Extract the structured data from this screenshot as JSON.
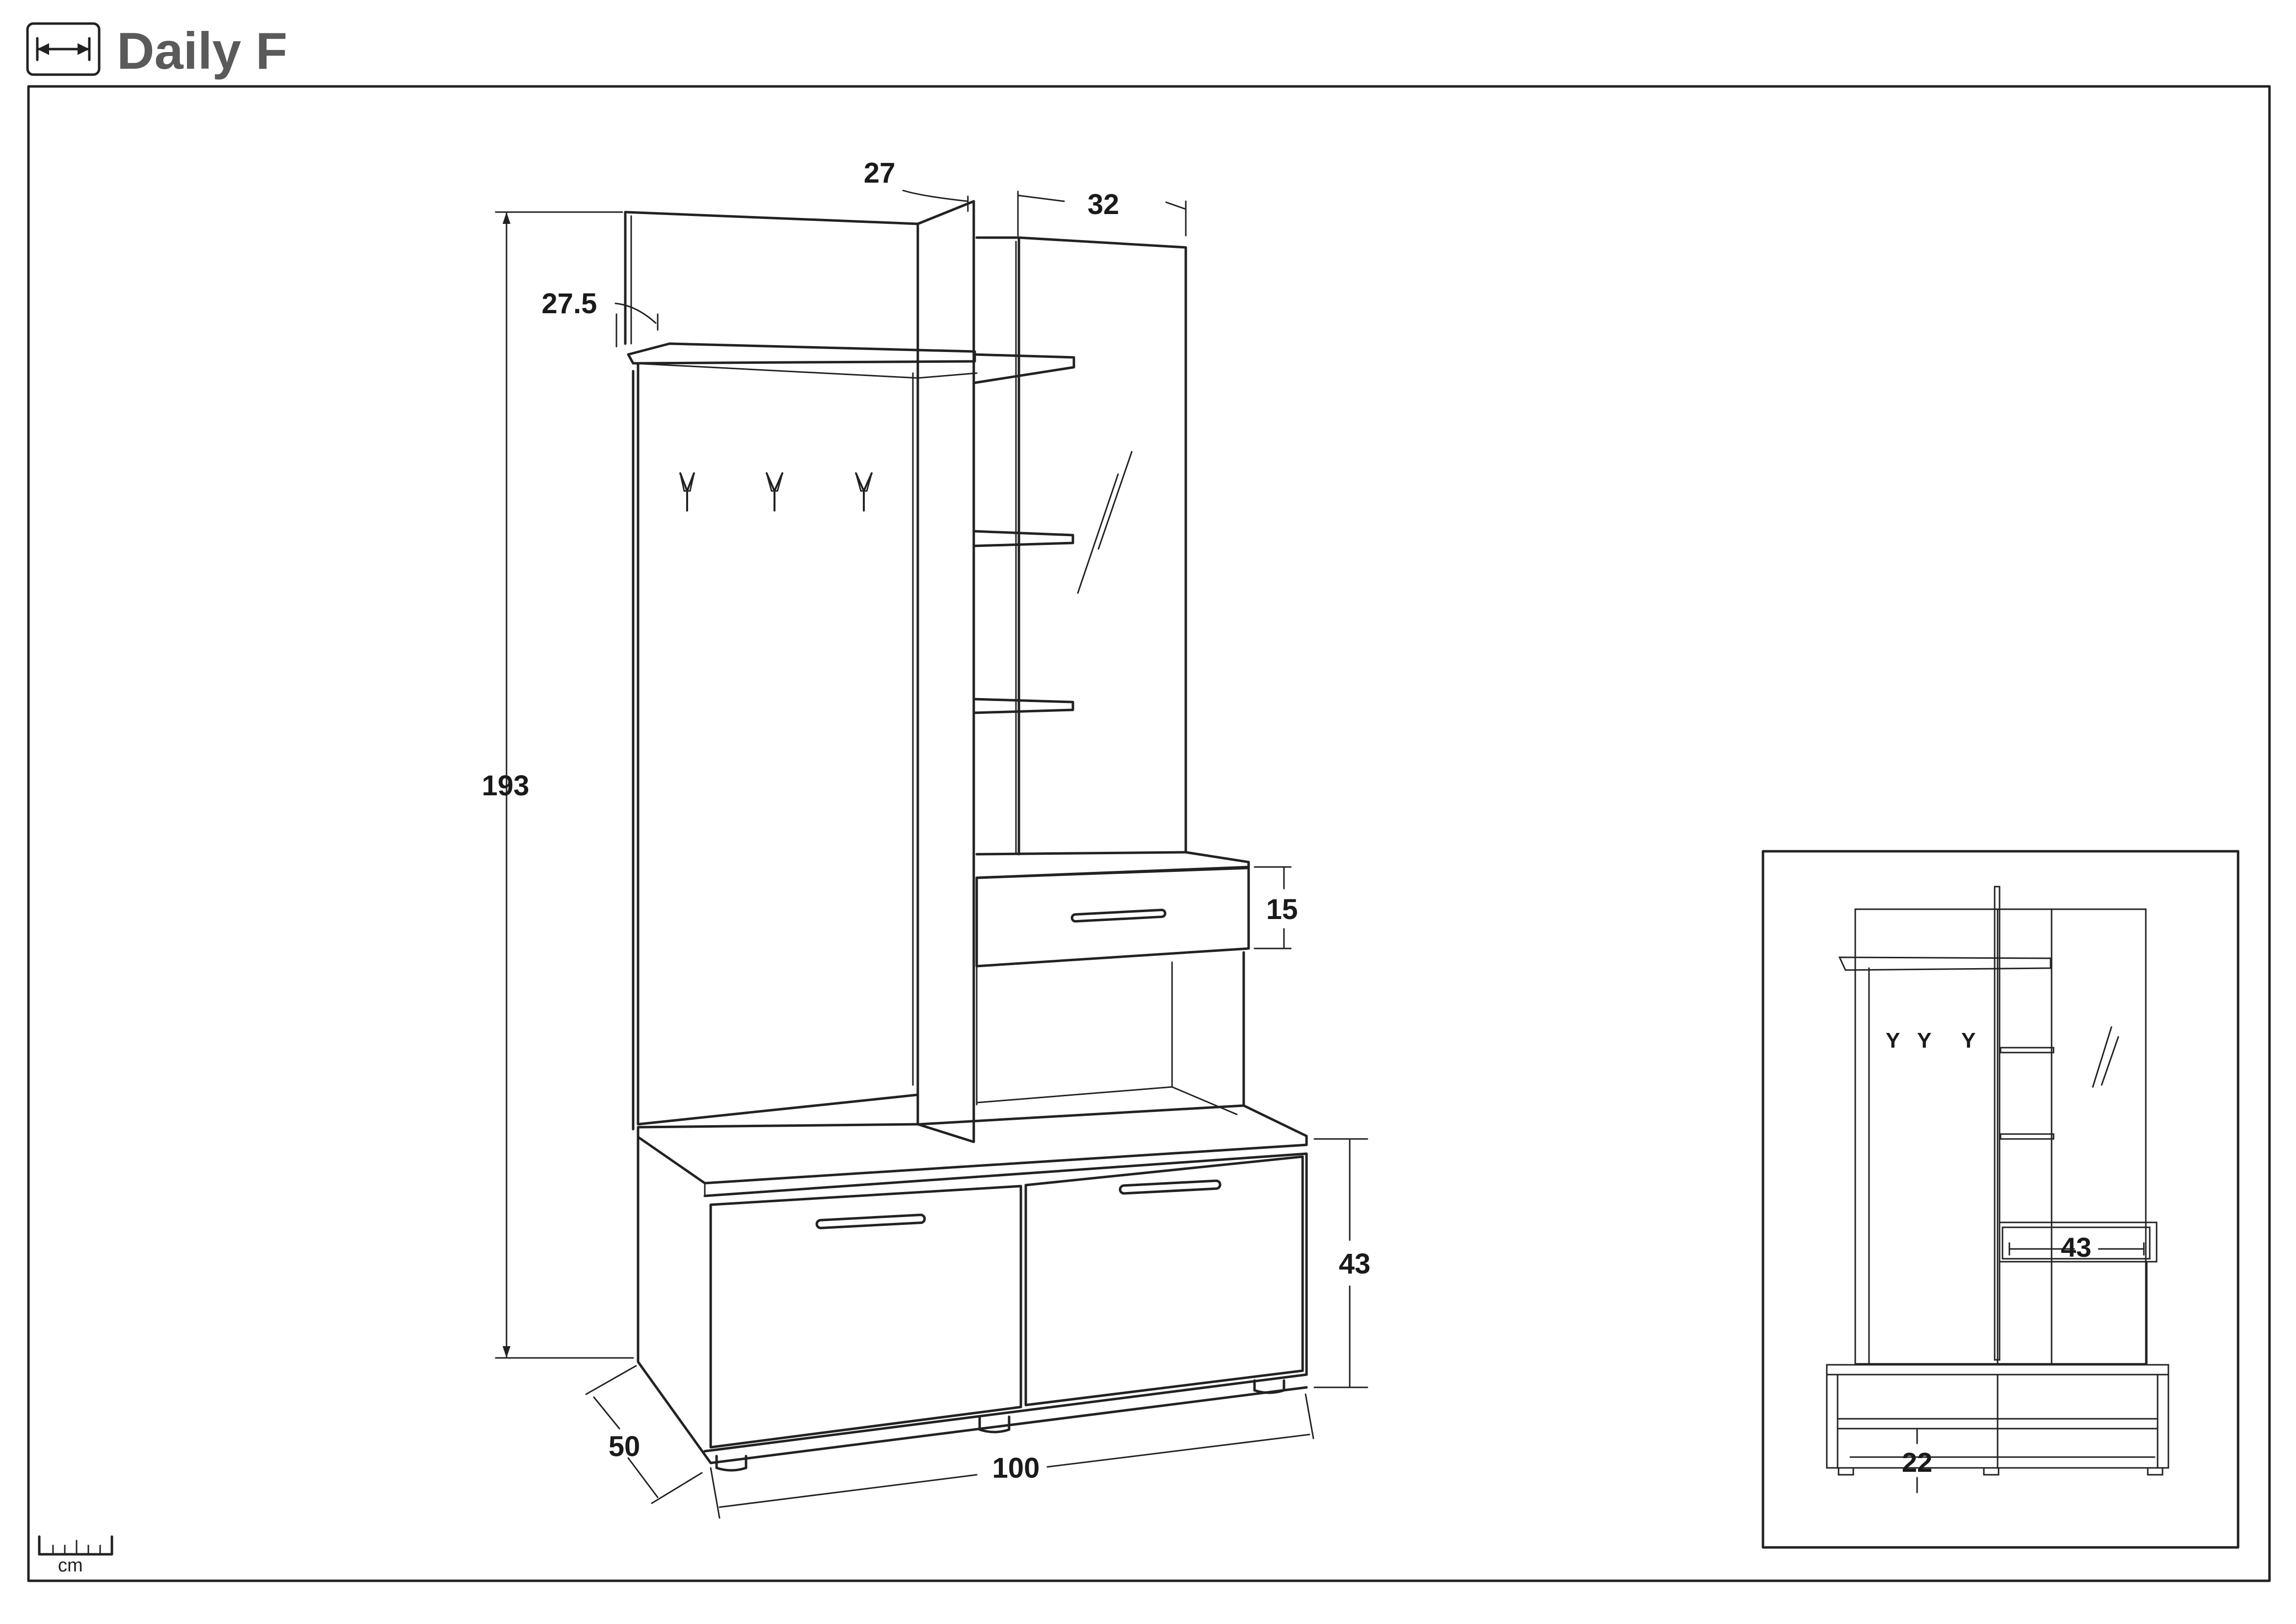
{
  "header": {
    "title": "Daily F",
    "icon": "width-measure-icon"
  },
  "scale": {
    "unit": "cm",
    "icon": "ruler-icon"
  },
  "dimensions_main": {
    "height": "193",
    "top_depth": "27",
    "shelf_depth": "27.5",
    "mirror_width": "32",
    "drawer_height": "15",
    "base_height": "43",
    "base_depth": "50",
    "total_width": "100"
  },
  "dimensions_inset": {
    "drawer_width": "43",
    "shelf_gap": "22"
  },
  "colors": {
    "line": "#222222",
    "title": "#5a5a5a",
    "background": "#ffffff"
  }
}
